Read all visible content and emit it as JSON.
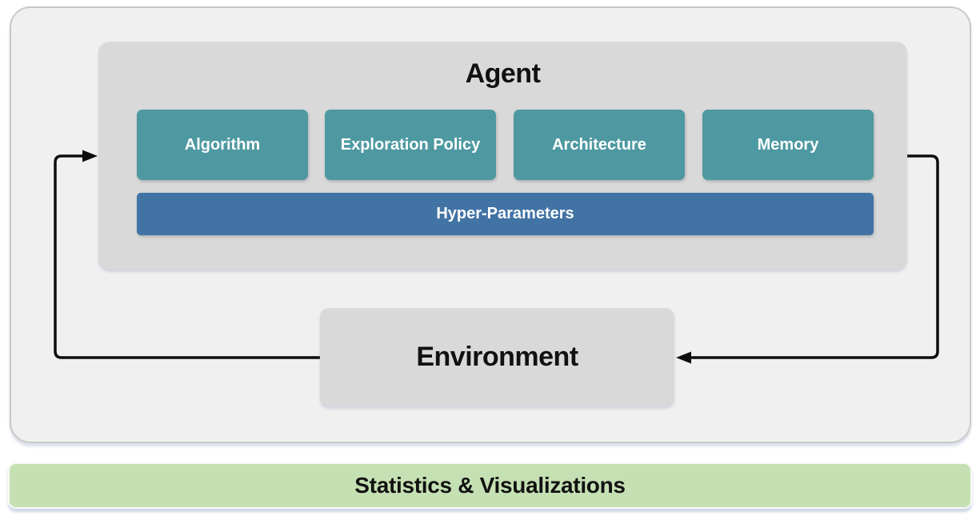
{
  "agent": {
    "title": "Agent",
    "components": [
      {
        "label": "Algorithm"
      },
      {
        "label": "Exploration Policy"
      },
      {
        "label": "Architecture"
      },
      {
        "label": "Memory"
      }
    ],
    "hyper_label": "Hyper-Parameters"
  },
  "environment": {
    "title": "Environment"
  },
  "footer": {
    "title": "Statistics & Visualizations"
  },
  "icons": {
    "agent_to_environment_arrow": "arrow-elbow-down-left",
    "environment_to_agent_arrow": "arrow-elbow-up-right"
  },
  "colors": {
    "component_teal": "#4e99a1",
    "hyper_blue": "#4273a5",
    "box_gray": "#d9d9d9",
    "frame_gray": "#f0f0f1",
    "stats_green": "#c5e0b3",
    "arrow_black": "#0d0d0d"
  }
}
